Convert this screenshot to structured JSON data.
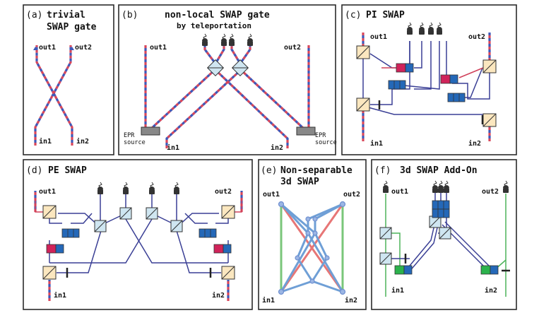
{
  "panels": {
    "a": {
      "tag": "(a)",
      "title_line1": "trivial",
      "title_line2": "SWAP gate",
      "out1": "out1",
      "out2": "out2",
      "in1": "in1",
      "in2": "in2"
    },
    "b": {
      "tag": "(b)",
      "title_line1": "non-local SWAP gate",
      "title_line2": "by teleportation",
      "out1": "out1",
      "out2": "out2",
      "in1": "in1",
      "in2": "in2",
      "epr_line1": "EPR",
      "epr_line2": "source"
    },
    "c": {
      "tag": "(c)",
      "title": "PI SWAP",
      "out1": "out1",
      "out2": "out2",
      "in1": "in1",
      "in2": "in2"
    },
    "d": {
      "tag": "(d)",
      "title": "PE SWAP",
      "out1": "out1",
      "out2": "out2",
      "in1": "in1",
      "in2": "in2"
    },
    "e": {
      "tag": "(e)",
      "title_line1": "Non-separable",
      "title_line2": "3d SWAP",
      "out1": "out1",
      "out2": "out2",
      "in1": "in1",
      "in2": "in2"
    },
    "f": {
      "tag": "(f)",
      "title": "3d SWAP Add-On",
      "out1": "out1",
      "out2": "out2",
      "in1": "in1",
      "in2": "in2"
    }
  },
  "colors": {
    "fiber_red": "#d8465a",
    "fiber_blue": "#3e58b8",
    "wire": "#3a3f95",
    "green": "#4db35a",
    "splitter": "#fbe7bf",
    "splitter_blue": "#cfe6f1"
  }
}
